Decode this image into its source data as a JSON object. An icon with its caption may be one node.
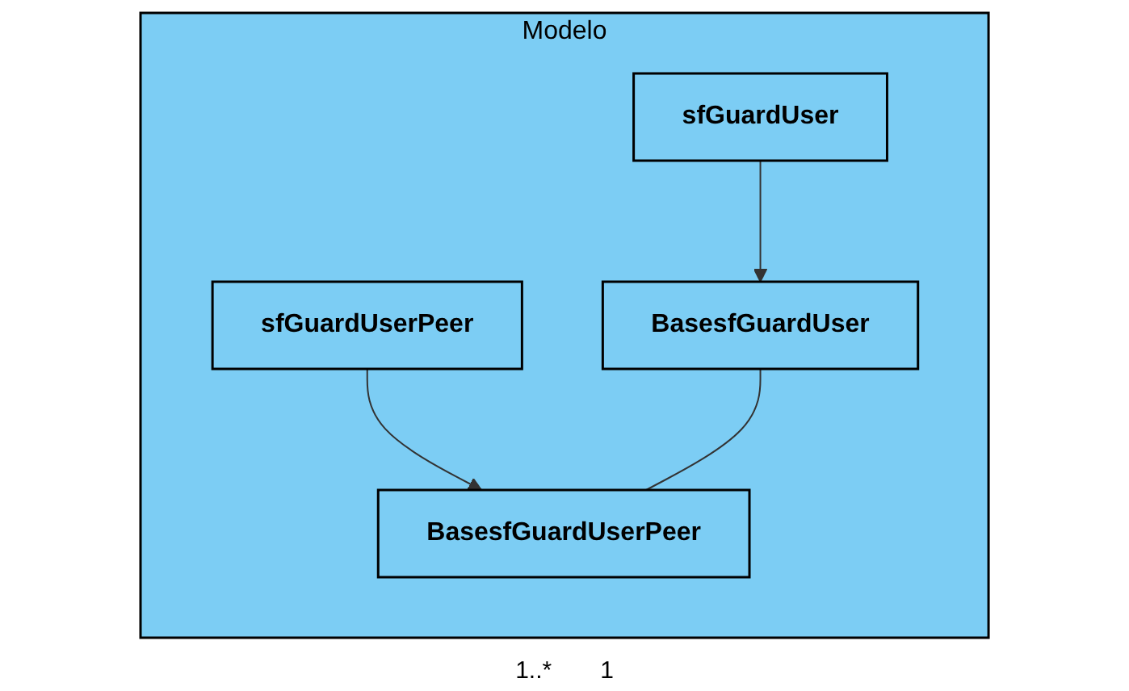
{
  "diagram": {
    "nodes": [
      {
        "text": [
          "Modelo"
        ]
      },
      {
        "text": [
          "sfGuardUser"
        ],
        "in": 0
      },
      {
        "text": [
          "sfGuardUserPeer"
        ],
        "in": 0
      },
      {
        "text": [
          "BasesfGuardUser"
        ],
        "in": 0
      },
      {
        "text": [
          "BasesfGuardUserPeer"
        ],
        "in": 0
      }
    ],
    "edges": [
      {
        "from": 1,
        "to": 3,
        "arrow": "to"
      },
      {
        "from": 2,
        "to": 4,
        "arrow": "to"
      },
      {
        "from": 3,
        "to": 4,
        "arrow": "none"
      }
    ],
    "labels": [
      "1..*",
      "1"
    ]
  }
}
